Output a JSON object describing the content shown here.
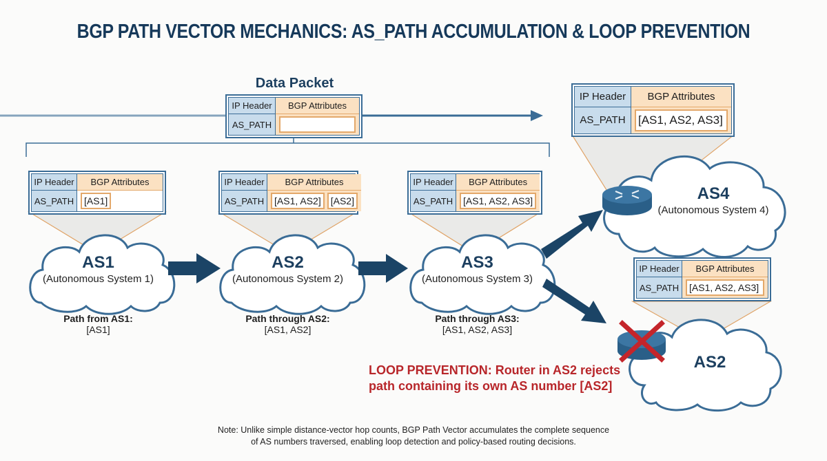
{
  "title": "BGP PATH VECTOR MECHANICS: AS_PATH ACCUMULATION & LOOP PREVENTION",
  "colors": {
    "title": "#16395a",
    "cloud_stroke": "#3a6c96",
    "arrow": "#1b4466",
    "ip_header_fill": "#c8dcec",
    "bgp_fill": "#fbe1c2",
    "bgp_border": "#e3a86a",
    "alert": "#b8262a",
    "router": "#2e6591"
  },
  "data_packet": {
    "label": "Data Packet",
    "ip_header": "IP Header",
    "bgp_attributes": "BGP Attributes",
    "as_path_label": "AS_PATH",
    "as_path_values": [
      ""
    ]
  },
  "packets": [
    {
      "ip_header": "IP Header",
      "bgp_attributes": "BGP Attributes",
      "as_path_label": "AS_PATH",
      "as_path_values": [
        "[AS1]"
      ]
    },
    {
      "ip_header": "IP Header",
      "bgp_attributes": "BGP Attributes",
      "as_path_label": "AS_PATH",
      "as_path_values": [
        "[AS1, AS2]",
        "[AS2]"
      ]
    },
    {
      "ip_header": "IP Header",
      "bgp_attributes": "BGP Attributes",
      "as_path_label": "AS_PATH",
      "as_path_values": [
        "[AS1, AS2, AS3]"
      ]
    },
    {
      "ip_header": "IP Header",
      "bgp_attributes": "BGP Attributes",
      "as_path_label": "AS_PATH",
      "as_path_values": [
        "[AS1, AS2, AS3]"
      ]
    },
    {
      "ip_header": "IP Header",
      "bgp_attributes": "BGP Attributes",
      "as_path_label": "AS_PATH",
      "as_path_values": [
        "[AS1, AS2, AS3]"
      ]
    }
  ],
  "systems": [
    {
      "name": "AS1",
      "subtitle": "(Autonomous System 1)",
      "path_heading": "Path from AS1:",
      "path_value": "[AS1]"
    },
    {
      "name": "AS2",
      "subtitle": "(Autonomous System 2)",
      "path_heading": "Path through AS2:",
      "path_value": "[AS1, AS2]"
    },
    {
      "name": "AS3",
      "subtitle": "(Autonomous System 3)",
      "path_heading": "Path through AS3:",
      "path_value": "[AS1, AS2, AS3]"
    },
    {
      "name": "AS4",
      "subtitle": "(Autonomous System 4)"
    },
    {
      "name": "AS2",
      "subtitle": ""
    }
  ],
  "loop_prevention": {
    "line1": "LOOP PREVENTION: Router in AS2 rejects",
    "line2": "path containing its own AS number [AS2]"
  },
  "note": {
    "line1": "Note: Unlike simple distance-vector hop counts, BGP Path Vector accumulates the complete sequence",
    "line2": "of AS numbers traversed, enabling loop detection and policy-based routing decisions."
  }
}
